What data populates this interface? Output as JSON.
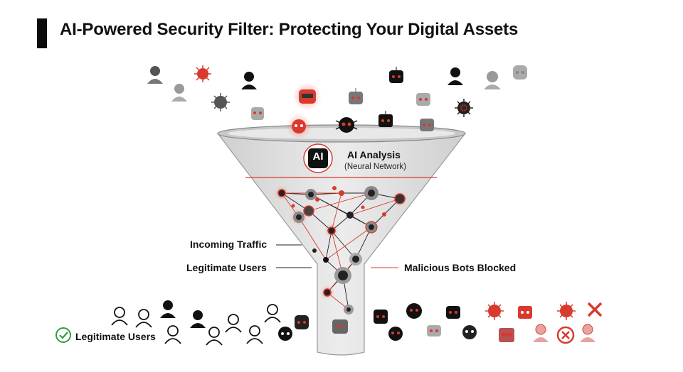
{
  "title": "AI-Powered Security Filter: Protecting Your Digital Assets",
  "ai_badge": "AI",
  "ai_analysis": {
    "title": "AI Analysis",
    "subtitle": "(Neural Network)"
  },
  "labels": {
    "incoming_traffic": "Incoming Traffic",
    "legitimate_users_center": "Legitimate Users",
    "malicious_bots_blocked": "Malicious Bots Blocked",
    "legitimate_users_bottom": "Legitimate Users"
  },
  "colors": {
    "accent_red": "#d83a2e",
    "funnel_gray": "#d9d9d9",
    "dark": "#111111",
    "check_green": "#2e9e3e"
  },
  "icons": {
    "incoming": [
      "user-icon",
      "user-icon",
      "virus-icon",
      "virus-icon",
      "user-icon",
      "robot-icon",
      "robot-icon",
      "bug-icon",
      "robot-icon",
      "robot-icon",
      "robot-icon",
      "user-icon",
      "robot-icon",
      "robot-icon",
      "virus-icon"
    ],
    "legitimate_output": [
      "user-icon",
      "user-icon",
      "user-icon",
      "user-icon",
      "user-icon",
      "user-icon",
      "user-icon",
      "user-icon"
    ],
    "blocked_output": [
      "robot-icon",
      "bug-icon",
      "robot-icon",
      "bug-icon",
      "virus-icon",
      "robot-icon",
      "virus-icon",
      "close-icon",
      "robot-icon",
      "user-icon",
      "blocked-icon",
      "user-icon"
    ]
  }
}
